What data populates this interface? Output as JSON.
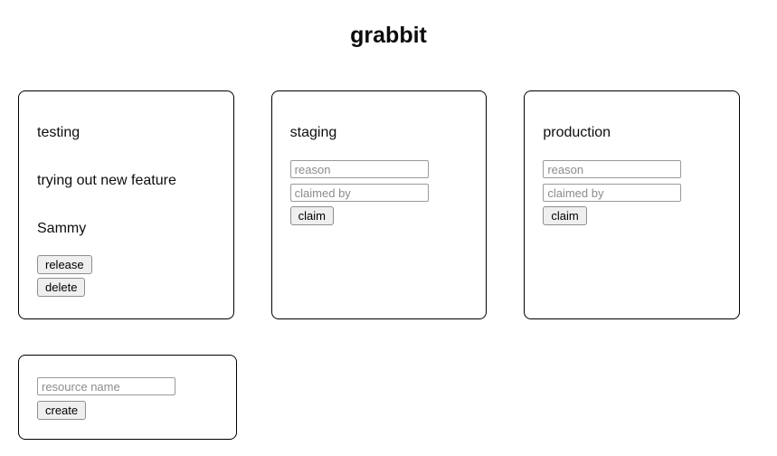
{
  "page": {
    "title": "grabbit"
  },
  "colors": {
    "background": "#ffffff",
    "card_border": "#000000",
    "button_bg": "#efefef",
    "button_border": "#8e8e8e",
    "input_border": "#9a9a9a",
    "placeholder_text": "#8c8c8c",
    "text": "#0d0d0d"
  },
  "resources": [
    {
      "name": "testing",
      "reason": "trying out new feature",
      "claimed_by": "Sammy",
      "release_label": "release",
      "delete_label": "delete"
    },
    {
      "name": "staging",
      "reason_placeholder": "reason",
      "claimed_by_placeholder": "claimed by",
      "claim_label": "claim"
    },
    {
      "name": "production",
      "reason_placeholder": "reason",
      "claimed_by_placeholder": "claimed by",
      "claim_label": "claim"
    }
  ],
  "create_card": {
    "name_placeholder": "resource name",
    "create_label": "create"
  }
}
